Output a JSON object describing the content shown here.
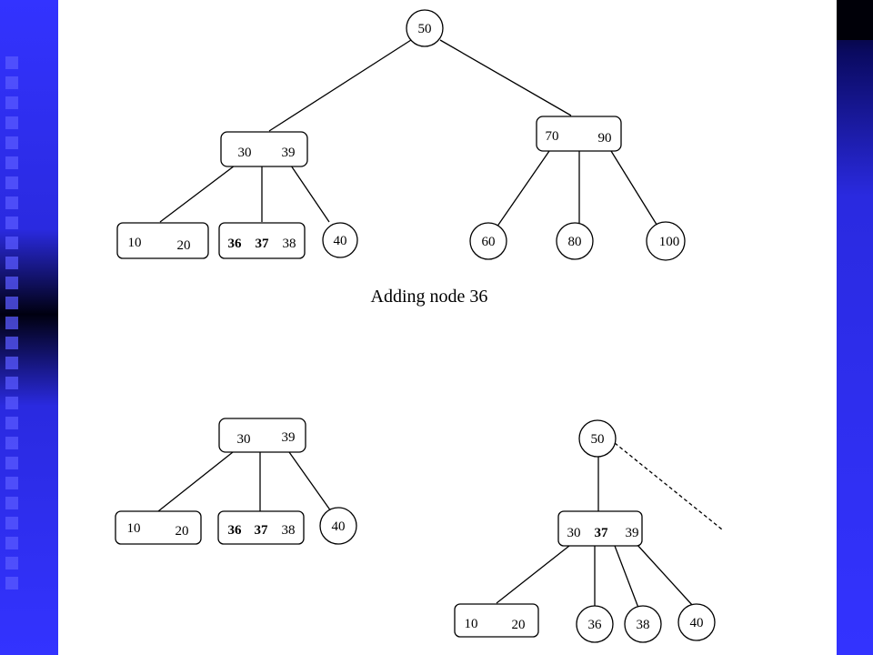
{
  "caption": "Adding node 36",
  "top_tree": {
    "root": "50",
    "left": {
      "k1": "30",
      "k2": "39"
    },
    "right": {
      "k1": "70",
      "k2": "90"
    },
    "leaf_a": {
      "k1": "10",
      "k2": "20"
    },
    "leaf_b": {
      "k1": "36",
      "k2": "37",
      "k3": "38"
    },
    "leaf_c": "40",
    "leaf_d": "60",
    "leaf_e": "80",
    "leaf_f": "100"
  },
  "bottom_left_tree": {
    "root": {
      "k1": "30",
      "k2": "39"
    },
    "leaf_a": {
      "k1": "10",
      "k2": "20"
    },
    "leaf_b": {
      "k1": "36",
      "k2": "37",
      "k3": "38"
    },
    "leaf_c": "40"
  },
  "bottom_right_tree": {
    "root": "50",
    "mid": {
      "k1": "30",
      "k2": "37",
      "k3": "39"
    },
    "leaf_a": {
      "k1": "10",
      "k2": "20"
    },
    "leaf_b": "36",
    "leaf_c": "38",
    "leaf_d": "40"
  }
}
